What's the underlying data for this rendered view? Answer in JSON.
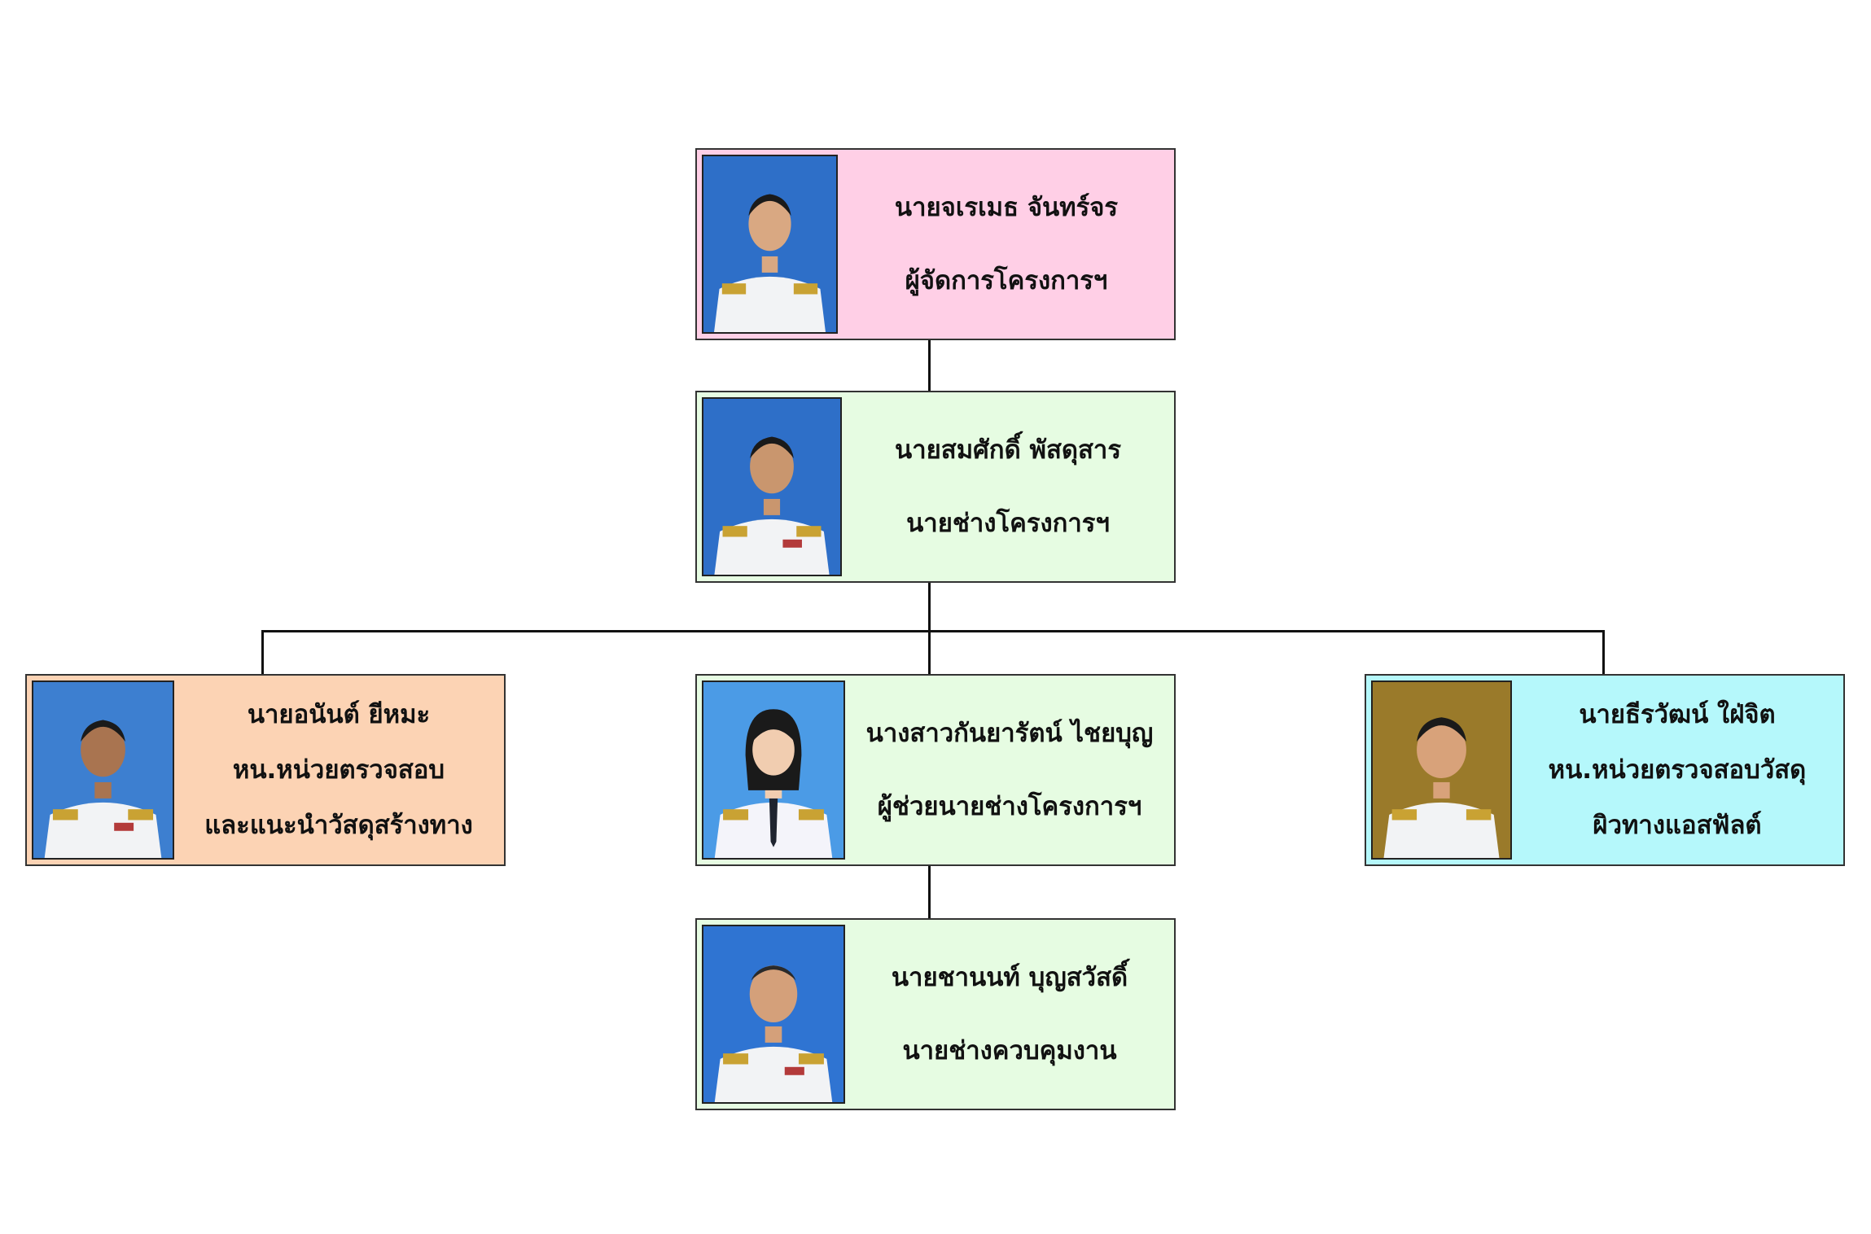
{
  "colors": {
    "pink": "#ffcfe6",
    "green": "#e6fce2",
    "orange": "#fcd3b4",
    "cyan": "#b5f8fb",
    "line": "#111111",
    "photo_bg_blue": "#2e6fc8",
    "photo_bg_gold": "#9a7a2a",
    "uniform": "#f2f3f5",
    "epaulette": "#c9a233"
  },
  "nodes": {
    "manager": {
      "name": "นายจเรเมธ  จันทร์จร",
      "roles": [
        "ผู้จัดการโครงการฯ"
      ],
      "photo_icon": "portrait-man-icon"
    },
    "engineer": {
      "name": "นายสมศักดิ์  พัสดุสาร",
      "roles": [
        "นายช่างโครงการฯ"
      ],
      "photo_icon": "portrait-man-icon"
    },
    "material_lead": {
      "name": "นายอนันต์  ยีหมะ",
      "roles": [
        "หน.หน่วยตรวจสอบ",
        "และแนะนำวัสดุสร้างทาง"
      ],
      "photo_icon": "portrait-man-icon"
    },
    "assistant_engineer": {
      "name": "นางสาวกันยารัตน์  ไชยบุญ",
      "roles": [
        "ผู้ช่วยนายช่างโครงการฯ"
      ],
      "photo_icon": "portrait-woman-icon"
    },
    "asphalt_lead": {
      "name": "นายธีรวัฒน์  ใฝ่จิต",
      "roles": [
        "หน.หน่วยตรวจสอบวัสดุ",
        "ผิวทางแอสฟัลต์"
      ],
      "photo_icon": "portrait-man-icon"
    },
    "supervisor": {
      "name": "นายชานนท์  บุญสวัสดิ์",
      "roles": [
        "นายช่างควบคุมงาน"
      ],
      "photo_icon": "portrait-man-icon"
    }
  }
}
